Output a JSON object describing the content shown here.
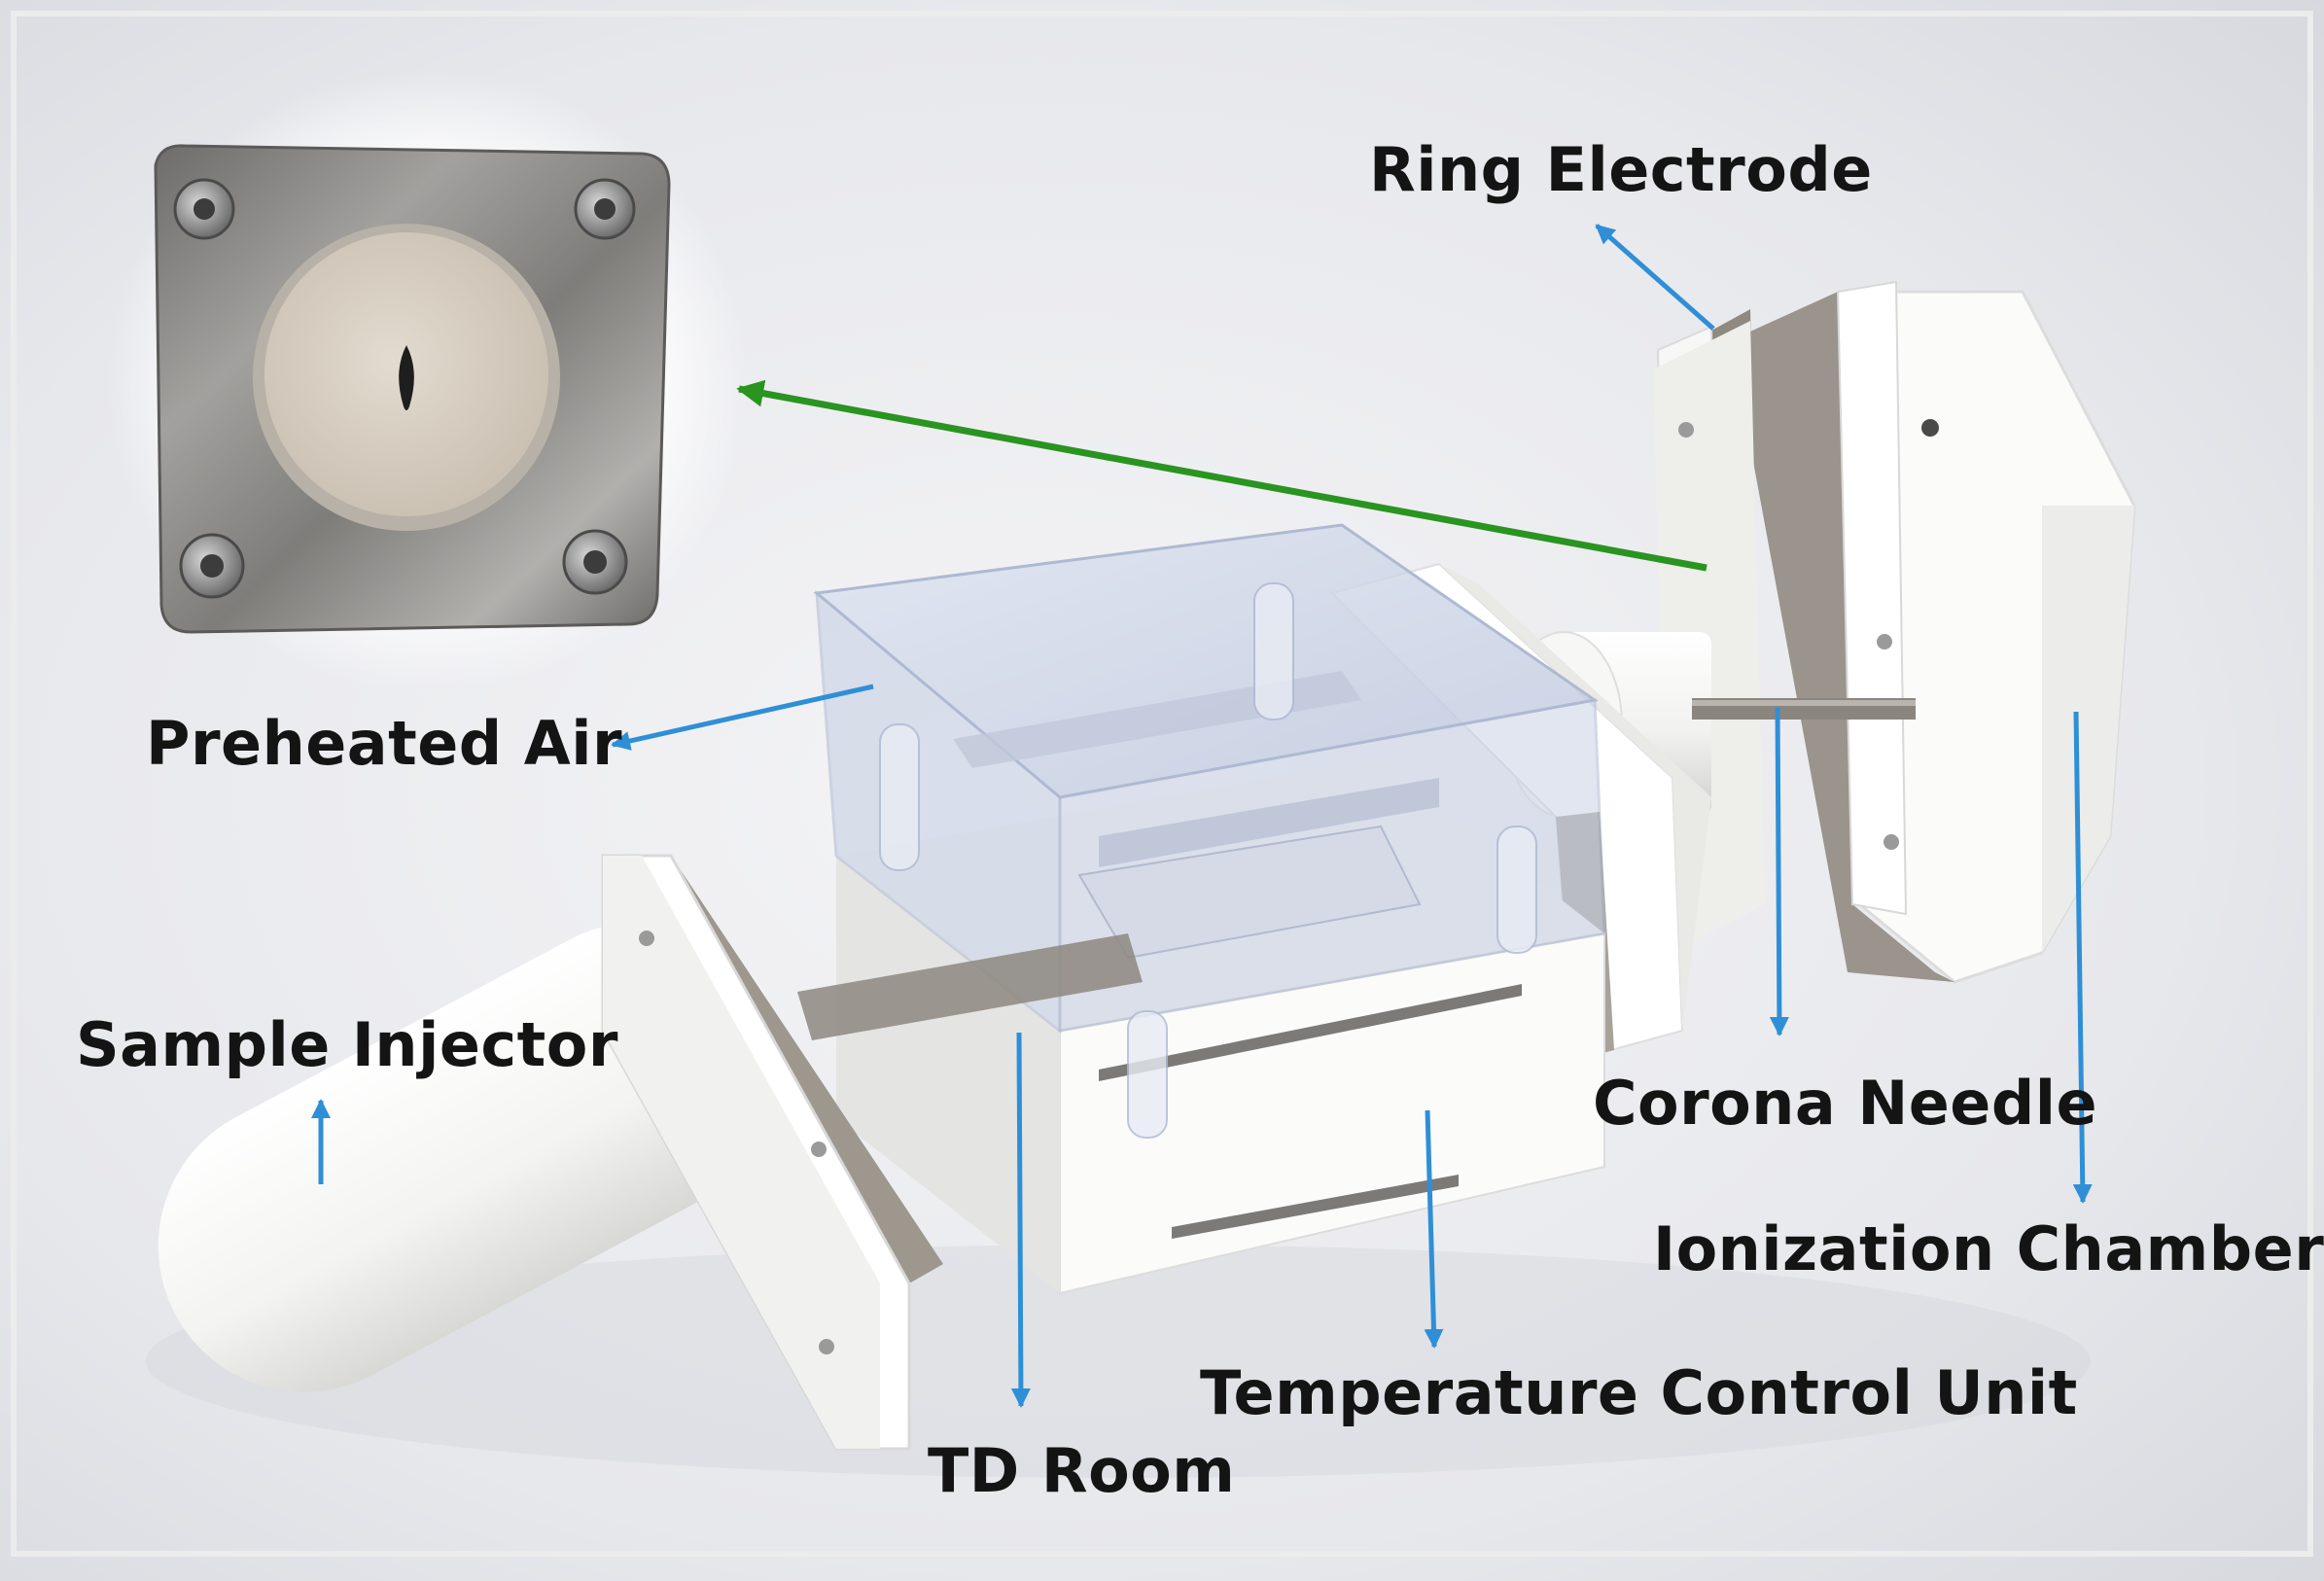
{
  "labels": {
    "ring_electrode": "Ring Electrode",
    "preheated_air": "Preheated Air",
    "sample_injector": "Sample Injector",
    "corona_needle": "Corona Needle",
    "ionization_chamber": "Ionization Chamber",
    "temperature_control_unit": "Temperature Control Unit",
    "td_room": "TD Room"
  },
  "colors": {
    "label_arrow": "#2f8fd6",
    "zoom_arrow": "#2a9420",
    "label_text": "#141414",
    "inset_plate": "#8a8a88",
    "inset_disc": "#d9cfc2",
    "device_white": "#f6f6f4",
    "device_gray": "#9a948c",
    "enclosure_tint": "#c8d2e6"
  }
}
